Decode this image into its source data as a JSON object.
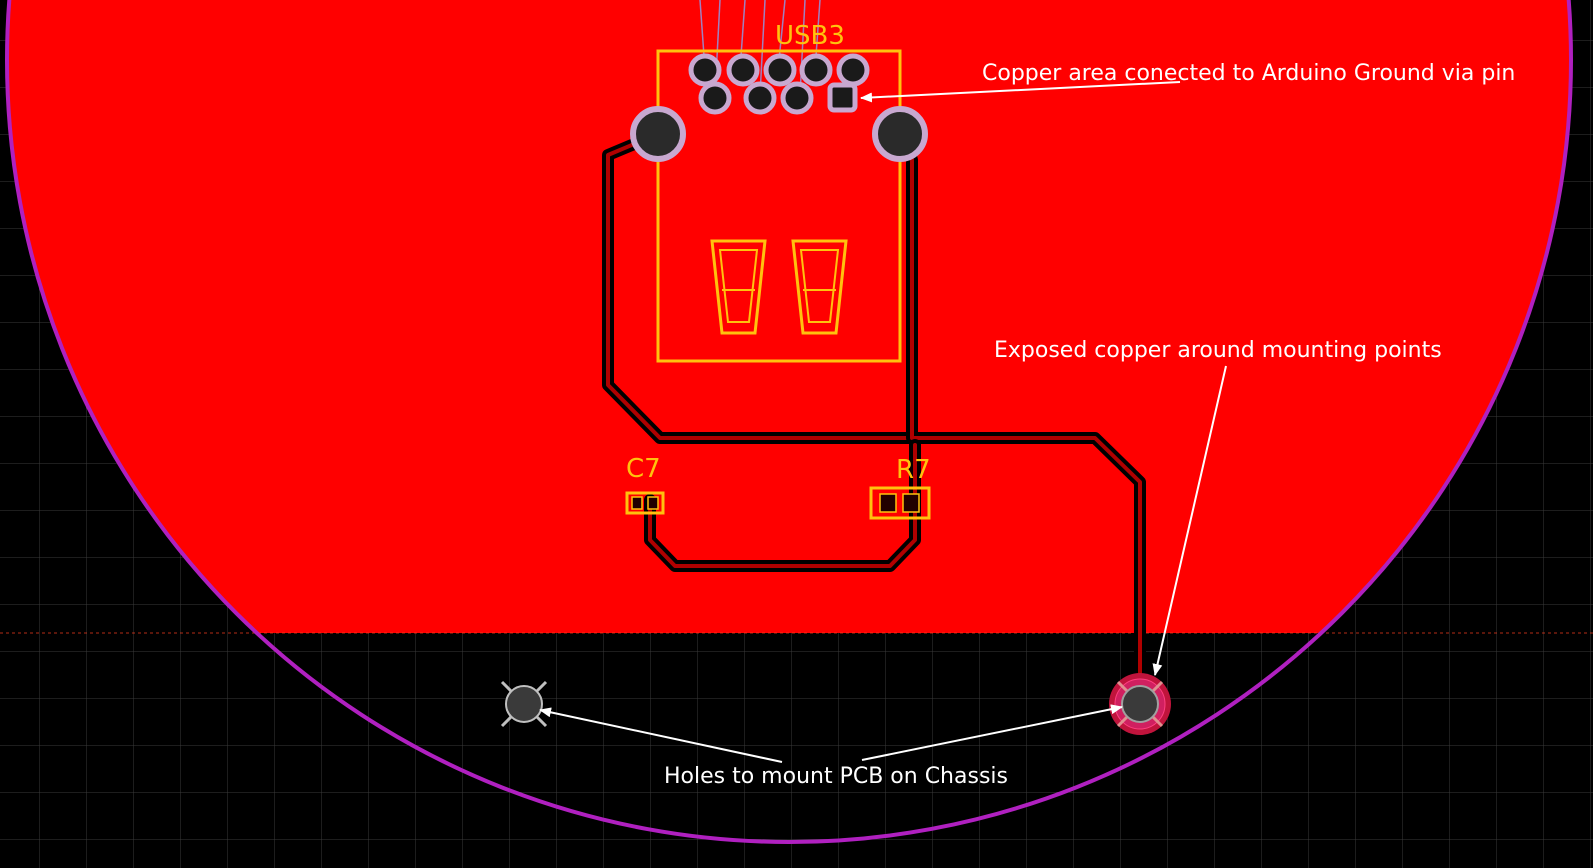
{
  "colors": {
    "background": "#000000",
    "grid": "#3a3a3a",
    "copper_pour": "#ff0000",
    "board_outline": "#b020c0",
    "silkscreen": "#ffc20e",
    "track_clearance": "#000000",
    "track": "#cc0000",
    "pad_ring": "#c8a8d0",
    "annotation": "#ffffff",
    "keepout_line": "#ff4020"
  },
  "components": {
    "usb": "USB3",
    "capacitor": "C7",
    "resistor": "R7"
  },
  "annotations": {
    "copper_ground": "Copper area conected to Arduino Ground via pin",
    "exposed_copper": "Exposed copper around mounting points",
    "mount_holes": "Holes to mount PCB on Chassis"
  },
  "icons": {
    "mount_hole_plain": "mounting-hole-icon",
    "mount_hole_plated": "plated-mounting-hole-icon",
    "usb_pad": "through-hole-pad-icon"
  }
}
